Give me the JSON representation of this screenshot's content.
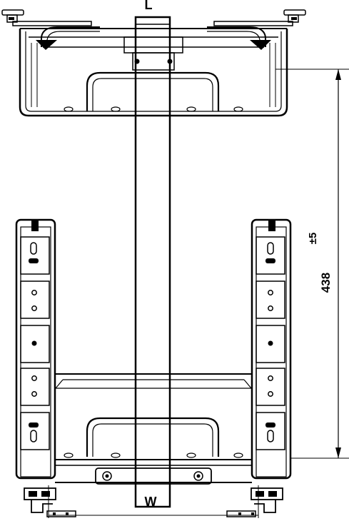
{
  "drawing": {
    "label_length": "L",
    "label_width": "W",
    "dim_height": "438",
    "dim_tolerance": "±5"
  },
  "colors": {
    "line": "#000000",
    "background": "#ffffff",
    "frame_fill": "#e6e6e6"
  }
}
